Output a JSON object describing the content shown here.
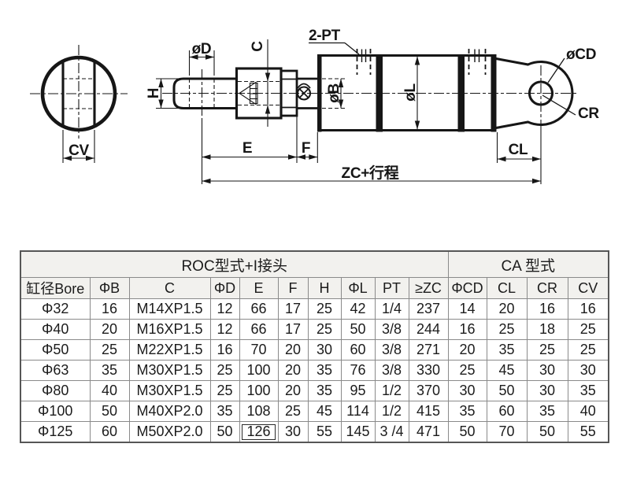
{
  "drawing": {
    "labels": {
      "cv": "CV",
      "h": "H",
      "phi_d": "øD",
      "c": "C",
      "two_pt": "2-PT",
      "phi_b": "øB",
      "phi_l": "øL",
      "phi_cd": "øCD",
      "cr": "CR",
      "cl": "CL",
      "e": "E",
      "f": "F",
      "zc_stroke": "ZC+行程"
    }
  },
  "table": {
    "group_headers": [
      {
        "label": "ROC型式+I接头",
        "colspan": 10
      },
      {
        "label": "CA 型式",
        "colspan": 4
      }
    ],
    "columns": [
      "缸径Bore",
      "ΦB",
      "C",
      "ΦD",
      "E",
      "F",
      "H",
      "ΦL",
      "PT",
      "≥ZC",
      "ΦCD",
      "CL",
      "CR",
      "CV"
    ],
    "rows": [
      [
        "Φ32",
        "16",
        "M14XP1.5",
        "12",
        "66",
        "17",
        "25",
        "42",
        "1/4",
        "237",
        "14",
        "20",
        "16",
        "16"
      ],
      [
        "Φ40",
        "20",
        "M16XP1.5",
        "12",
        "66",
        "17",
        "25",
        "50",
        "3/8",
        "244",
        "16",
        "25",
        "18",
        "25"
      ],
      [
        "Φ50",
        "25",
        "M22XP1.5",
        "16",
        "70",
        "20",
        "30",
        "60",
        "3/8",
        "271",
        "20",
        "35",
        "25",
        "25"
      ],
      [
        "Φ63",
        "35",
        "M30XP1.5",
        "25",
        "100",
        "20",
        "35",
        "76",
        "3/8",
        "330",
        "25",
        "45",
        "30",
        "30"
      ],
      [
        "Φ80",
        "40",
        "M30XP1.5",
        "25",
        "100",
        "20",
        "35",
        "95",
        "1/2",
        "370",
        "30",
        "50",
        "30",
        "35"
      ],
      [
        "Φ100",
        "50",
        "M40XP2.0",
        "35",
        "108",
        "25",
        "45",
        "114",
        "1/2",
        "415",
        "35",
        "60",
        "35",
        "40"
      ],
      [
        "Φ125",
        "60",
        "M50XP2.0",
        "50",
        "126",
        "30",
        "55",
        "145",
        "3 /4",
        "471",
        "50",
        "70",
        "50",
        "55"
      ]
    ],
    "highlight_cell": {
      "row": 6,
      "col": 4
    }
  },
  "colors": {
    "line": "#161616",
    "table_border": "#8a8a8a",
    "table_outer_border": "#565656",
    "header_bg": "#f2f1ee",
    "text": "#1c1c1c",
    "background": "#ffffff"
  }
}
